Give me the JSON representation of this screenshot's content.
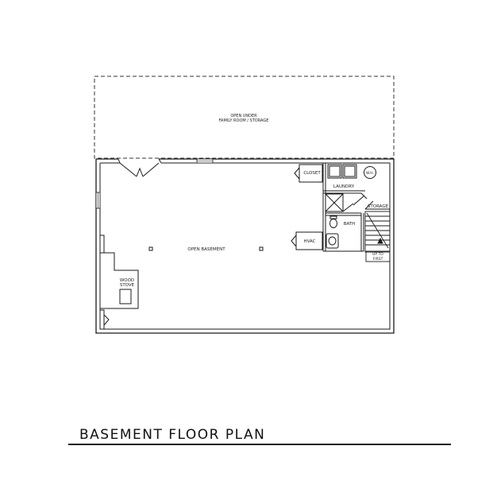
{
  "plan_title": "BASEMENT FLOOR PLAN",
  "rooms": {
    "overhang_line1": "OPEN UNDER",
    "overhang_line2": "FAMILY ROOM / STORAGE",
    "closet": "CLOSET",
    "laundry": "LAUNDRY",
    "water_heater": "W.H.",
    "storage": "STORAGE",
    "bath": "BATH",
    "hvac": "HVAC",
    "stair_line1": "UP TO",
    "stair_line2": "FIRST",
    "open_basement": "OPEN BASEMENT",
    "stove_line1": "WOOD",
    "stove_line2": "STOVE"
  },
  "colors": {
    "line": "#1a1a1a",
    "background": "#ffffff"
  }
}
